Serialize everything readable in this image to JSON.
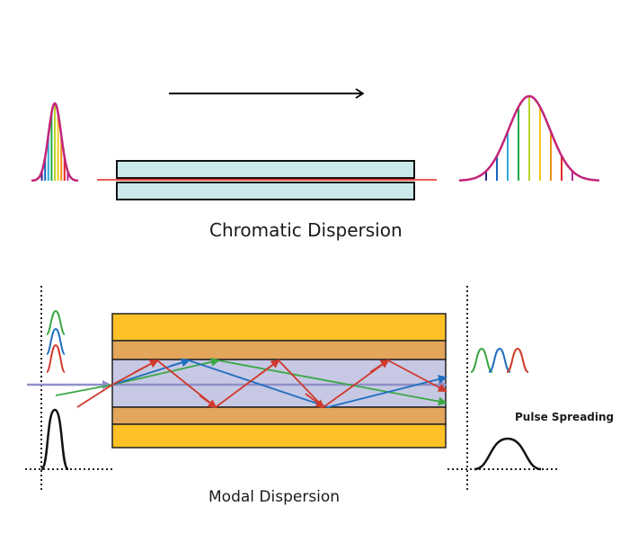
{
  "chromatic": {
    "title": "Chromatic Dispersion",
    "spectrum_colors": [
      "#2b2a8a",
      "#1565c0",
      "#2eaadc",
      "#22a84a",
      "#b7d62a",
      "#f2c81a",
      "#f0901a",
      "#e32727",
      "#b52a9a"
    ],
    "envelope_color": "#c2247a",
    "fiber_fill": "#cbe9ea",
    "axis_line_color": "#e8251c",
    "direction_arrow": "right-arrow"
  },
  "modal": {
    "title": "Modal Dispersion",
    "output_label": "Pulse Spreading",
    "mode_colors": [
      "#3aa845",
      "#1f6fbf",
      "#d0392b"
    ],
    "cladding_outer_fill": "#fdc125",
    "cladding_inner_fill": "#e3a65b",
    "core_fill": "#c7c8e4",
    "axis_ray_color": "#8f8fc8"
  }
}
